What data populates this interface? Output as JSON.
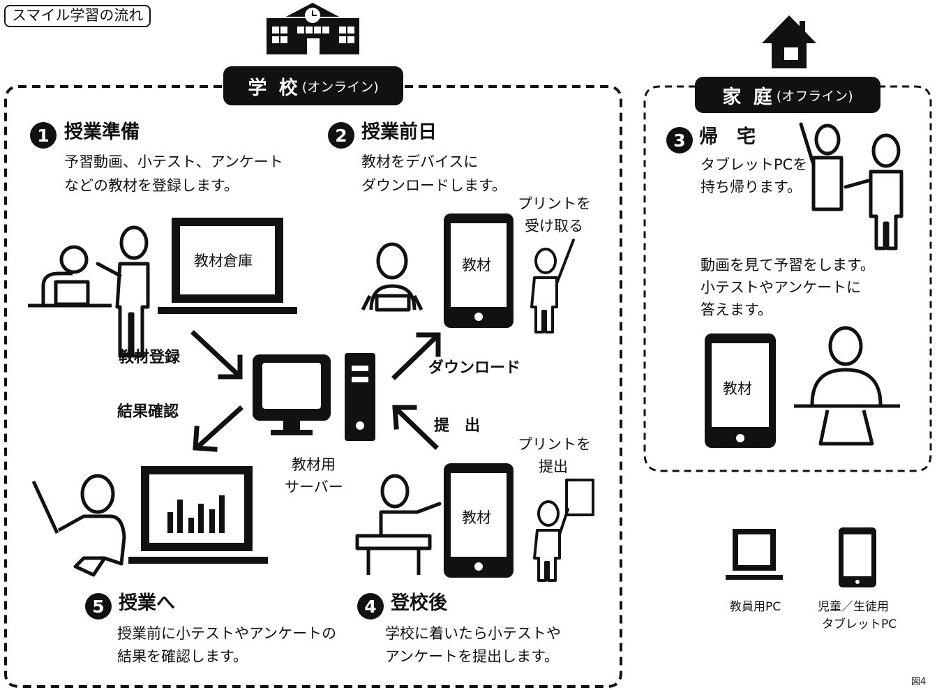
{
  "title": "スマイル学習の流れ",
  "school": {
    "label": "学 校",
    "sub": "(オンライン)"
  },
  "home": {
    "label": "家 庭",
    "sub": "(オフライン)"
  },
  "steps": [
    {
      "num": "1",
      "title": "授業準備",
      "desc": [
        "予習動画、小テスト、アンケート",
        "などの教材を登録します。"
      ]
    },
    {
      "num": "2",
      "title": "授業前日",
      "desc": [
        "教材をデバイスに",
        "ダウンロードします。"
      ]
    },
    {
      "num": "3",
      "title": "帰　宅",
      "desc": [
        "タブレットPCを",
        "持ち帰ります。"
      ]
    },
    {
      "num": "4",
      "title": "登校後",
      "desc": [
        "学校に着いたら小テストや",
        "アンケートを提出します。"
      ]
    },
    {
      "num": "5",
      "title": "授業へ",
      "desc": [
        "授業前に小テストやアンケートの",
        "結果を確認します。"
      ]
    }
  ],
  "home_desc": [
    "動画を見て予習をします。",
    "小テストやアンケートに",
    "答えます。"
  ],
  "screens": {
    "warehouse": "教材倉庫",
    "material": "教材"
  },
  "flows": {
    "register": "教材登録",
    "check": "結果確認",
    "download": "ダウンロード",
    "submit": "提　出"
  },
  "server": [
    "教材用",
    "サーバー"
  ],
  "print_receive": [
    "プリントを",
    "受け取る"
  ],
  "print_submit": [
    "プリントを",
    "提出"
  ],
  "legend": {
    "teacher_pc": "教員用PC",
    "student_tablet": [
      "児童／生徒用",
      "タブレットPC"
    ]
  },
  "figure_label": "図4"
}
